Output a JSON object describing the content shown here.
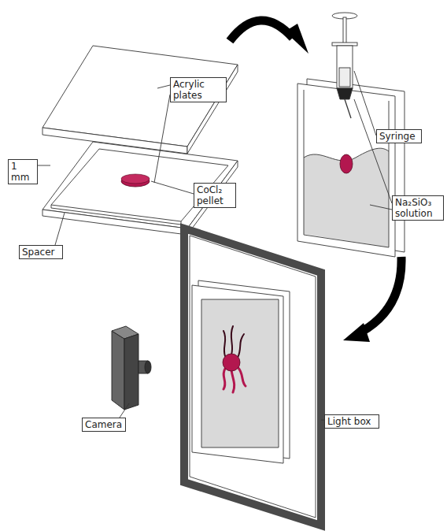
{
  "diagram": {
    "nodes": [
      {
        "text": [
          "Acrylic plates"
        ]
      },
      {
        "text": [
          "1 mm"
        ]
      },
      {
        "text": [
          "CoCl₂ pellet"
        ]
      },
      {
        "text": [
          "Spacer"
        ]
      },
      {
        "text": [
          "Syringe"
        ]
      },
      {
        "text": [
          "Na₂SiO₃ solution"
        ]
      },
      {
        "text": [
          "Camera"
        ]
      },
      {
        "text": [
          "Light box"
        ]
      }
    ]
  }
}
